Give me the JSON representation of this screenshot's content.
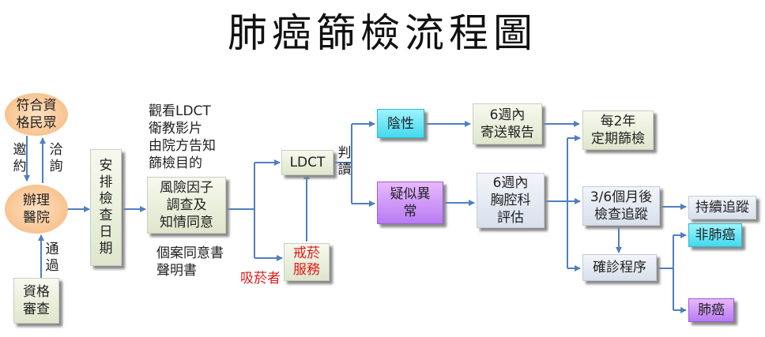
{
  "title": "肺癌篩檢流程圖",
  "nodes": {
    "eligible_public": "符合資\n格民眾",
    "hospital": "辦理\n醫院",
    "qualification_review": "資格\n審查",
    "schedule_exam": "安\n排\n檢\n查\n日\n期",
    "risk_consent": "風險因子\n調查及\n知情同意",
    "ldct": "LDCT",
    "smoking_cessation": "戒菸\n服務",
    "negative": "陰性",
    "suspected_abnormal": "疑似異\n常",
    "report_6w": "6週內\n寄送報告",
    "chest_eval_6w": "6週內\n胸腔科\n評估",
    "screen_every_2y": "每2年\n定期篩檢",
    "followup_3_6m": "3/6個月後\n檢查追蹤",
    "continue_tracking": "持續追蹤",
    "confirm_diagnosis": "確診程序",
    "not_lung_cancer": "非肺癌",
    "lung_cancer": "肺癌"
  },
  "labels": {
    "invite": "邀約",
    "consult": "洽詢",
    "pass": "通過",
    "interpret": "判讀",
    "smoker": "吸菸者",
    "watch_ldct": "觀看LDCT\n衛教影片\n由院方告知\n篩檢目的",
    "consent_docs": "個案同意書\n聲明書"
  },
  "colors": {
    "arrow": "#4f7fc0",
    "negative_fill": "#45d9ee",
    "abnormal_fill": "#b77cf2",
    "circle_fill": "#f6b77a",
    "smoking_text": "#e01818"
  }
}
